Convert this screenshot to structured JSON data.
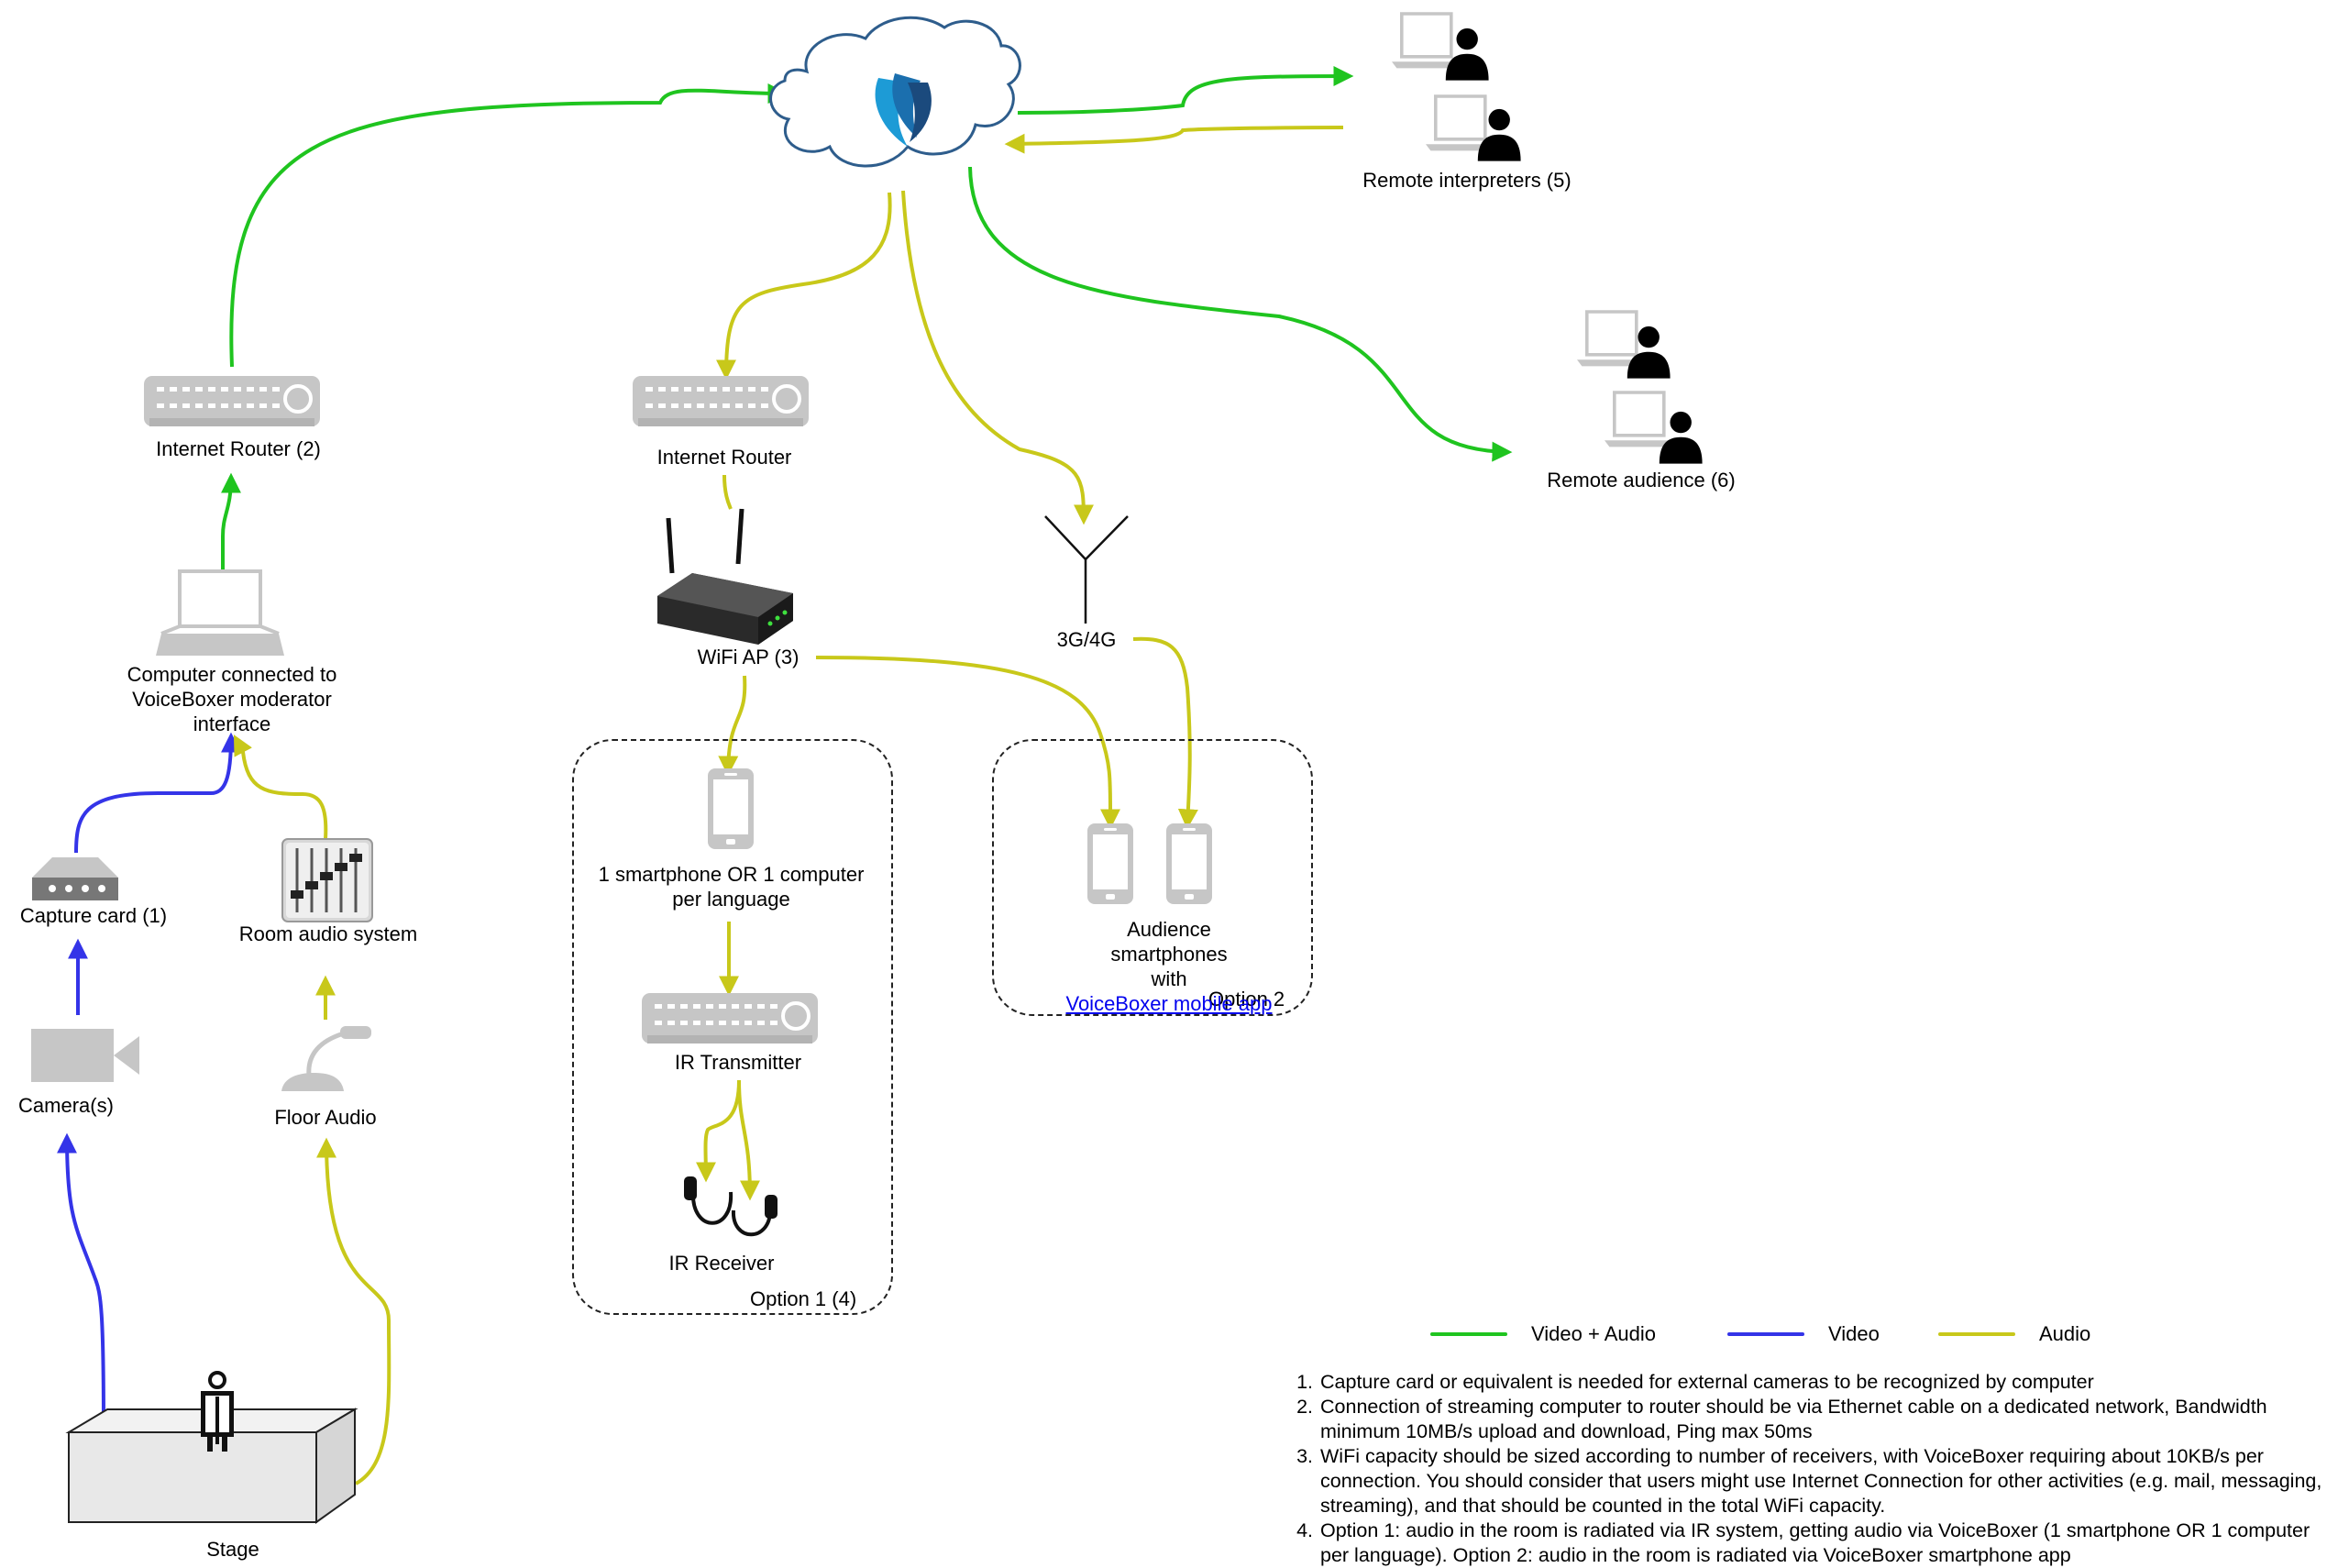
{
  "colors": {
    "video_audio": "#1fc41f",
    "video": "#3434e8",
    "audio": "#c8c81a",
    "device_gray": "#c6c6c6",
    "cloud_stroke": "#2e5d8c"
  },
  "icons": {
    "cloud": "voiceboxer-cloud-icon",
    "router": "router-icon",
    "laptop": "laptop-icon",
    "person": "person-icon",
    "wifi": "wifi-access-point-icon",
    "antenna": "antenna-icon",
    "phone": "smartphone-icon",
    "capture": "capture-card-icon",
    "mixer": "audio-mixer-icon",
    "camera": "video-camera-icon",
    "mic": "microphone-icon",
    "headphones": "headphones-icon",
    "stage": "stage-platform-icon"
  },
  "nodes": {
    "remote_interpreters": "Remote interpreters (5)",
    "remote_audience": "Remote audience (6)",
    "internet_router_2": "Internet Router (2)",
    "internet_router": "Internet Router",
    "computer": "Computer connected to VoiceBoxer moderator interface",
    "wifi_ap": "WiFi AP (3)",
    "cellular": "3G/4G",
    "capture_card": "Capture card (1)",
    "room_audio": "Room audio system",
    "camera": "Camera(s)",
    "floor_audio": "Floor Audio",
    "stage": "Stage",
    "smartphone_or_computer": "1 smartphone OR 1 computer per language",
    "ir_transmitter": "IR Transmitter",
    "ir_receiver": "IR Receiver",
    "audience_smartphones": "Audience smartphones with",
    "voiceboxer_app_link": "VoiceBoxer mobile app"
  },
  "groups": {
    "option1": "Option 1  (4)",
    "option2": "Option 2"
  },
  "legend": {
    "video_audio": "Video + Audio",
    "video": "Video",
    "audio": "Audio"
  },
  "notes": [
    "Capture card or equivalent is needed for external cameras to be recognized by computer",
    "Connection of streaming computer to router should be via Ethernet cable on a dedicated network, Bandwidth minimum 10MB/s upload and download, Ping max 50ms",
    "WiFi capacity should be sized according to number of receivers, with VoiceBoxer requiring about 10KB/s per connection. You should consider that users might use Internet Connection for other activities (e.g. mail, messaging, streaming), and that should be counted in the total WiFi capacity.",
    "Option 1: audio in the room is radiated via IR system, getting audio via VoiceBoxer (1 smartphone OR 1 computer per language). Option 2: audio in the room is radiated via VoiceBoxer smartphone app"
  ]
}
